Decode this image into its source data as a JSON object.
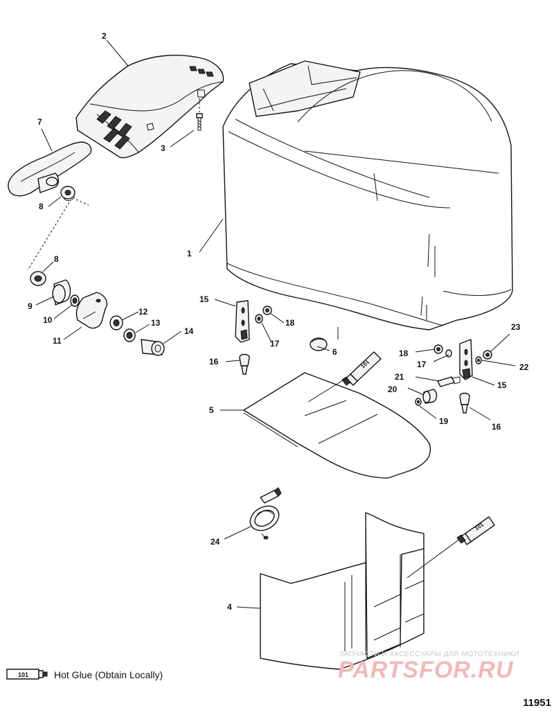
{
  "diagram": {
    "callouts": [
      {
        "id": "1",
        "text": "1"
      },
      {
        "id": "2",
        "text": "2"
      },
      {
        "id": "3",
        "text": "3"
      },
      {
        "id": "4",
        "text": "4"
      },
      {
        "id": "5",
        "text": "5"
      },
      {
        "id": "6",
        "text": "6"
      },
      {
        "id": "7",
        "text": "7"
      },
      {
        "id": "8a",
        "text": "8"
      },
      {
        "id": "8b",
        "text": "8"
      },
      {
        "id": "9",
        "text": "9"
      },
      {
        "id": "10",
        "text": "10"
      },
      {
        "id": "11",
        "text": "11"
      },
      {
        "id": "12",
        "text": "12"
      },
      {
        "id": "13",
        "text": "13"
      },
      {
        "id": "14",
        "text": "14"
      },
      {
        "id": "15a",
        "text": "15"
      },
      {
        "id": "15b",
        "text": "15"
      },
      {
        "id": "16a",
        "text": "16"
      },
      {
        "id": "16b",
        "text": "16"
      },
      {
        "id": "17a",
        "text": "17"
      },
      {
        "id": "17b",
        "text": "17"
      },
      {
        "id": "18a",
        "text": "18"
      },
      {
        "id": "18b",
        "text": "18"
      },
      {
        "id": "19",
        "text": "19"
      },
      {
        "id": "20",
        "text": "20"
      },
      {
        "id": "21",
        "text": "21"
      },
      {
        "id": "22",
        "text": "22"
      },
      {
        "id": "23",
        "text": "23"
      },
      {
        "id": "24",
        "text": "24"
      }
    ],
    "tube_label": "101",
    "legend": {
      "tube_label": "101",
      "text": "Hot Glue (Obtain Locally)"
    },
    "drawing_number": "11951",
    "watermark": {
      "line1": "ЗАПЧАСТИ И АКСЕССУАРЫ ДЛЯ МОТОТЕХНИКИ",
      "line2": "PARTSFOR.RU"
    }
  }
}
